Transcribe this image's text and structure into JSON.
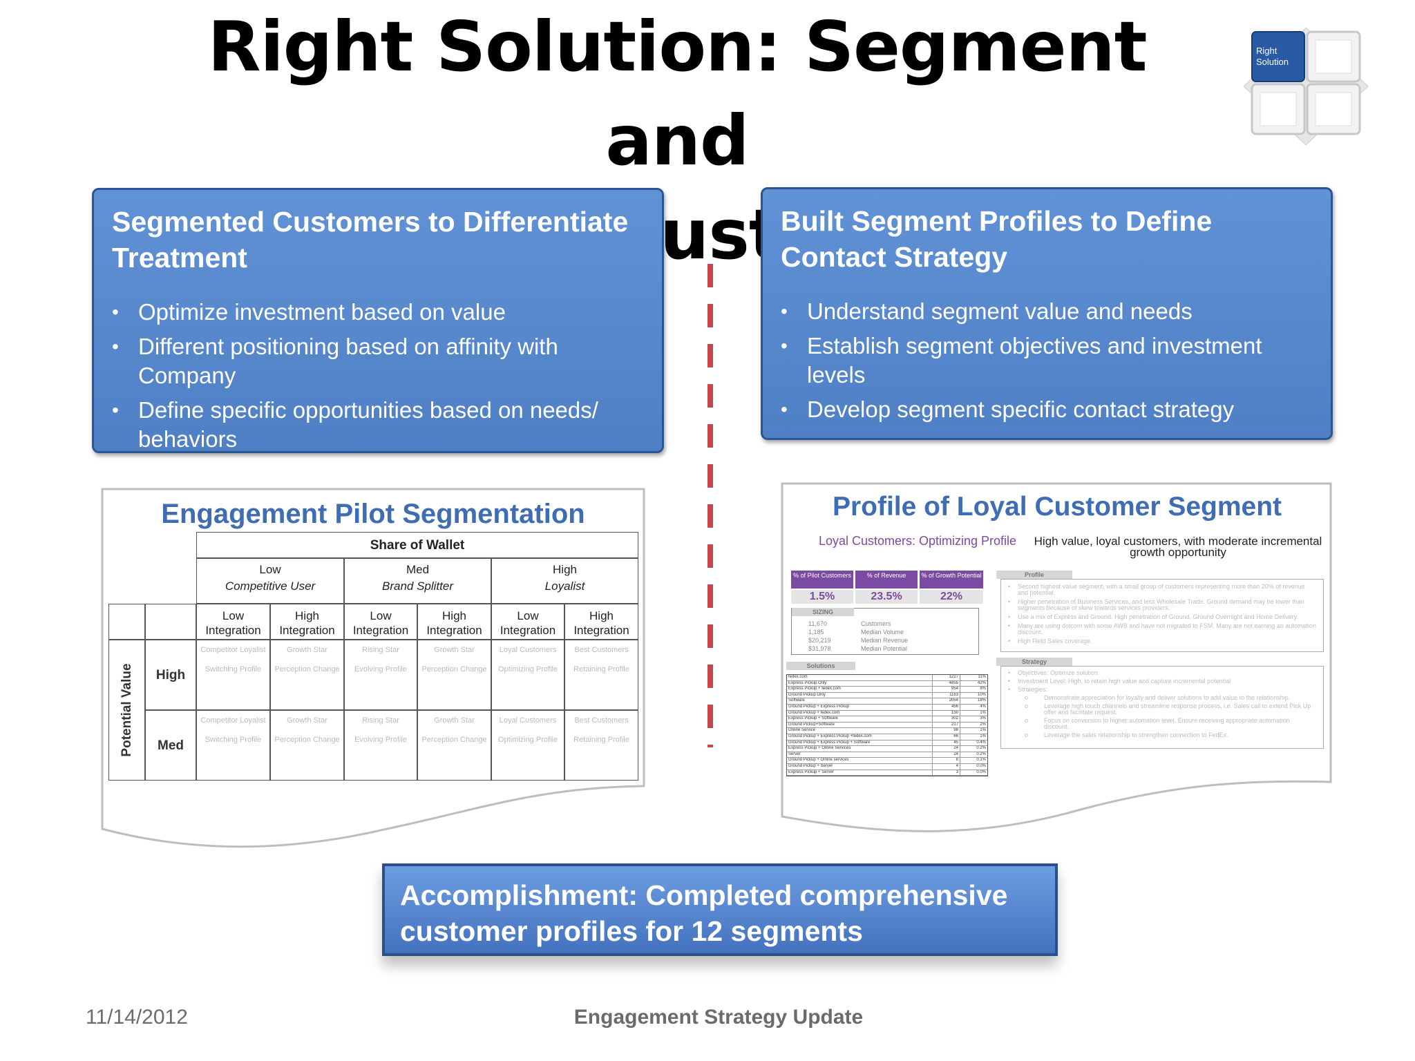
{
  "slide": {
    "title_line1": "Right Solution: Segment and",
    "title_line2": "Profile Customers",
    "logo": {
      "line1": "Right",
      "line2": "Solution",
      "icon": "quad-blocks-icon",
      "accent": "#2a5aa6"
    }
  },
  "left_box": {
    "heading": "Segmented Customers to Differentiate Treatment",
    "bullets": [
      "Optimize investment based on value",
      "Different positioning based on affinity with Company",
      "Define specific opportunities based on needs/ behaviors"
    ]
  },
  "right_box": {
    "heading": "Built Segment Profiles to Define Contact Strategy",
    "bullets": [
      "Understand segment value and needs",
      "Establish segment objectives and investment levels",
      "Develop segment specific contact strategy"
    ]
  },
  "segmentation": {
    "title": "Engagement Pilot Segmentation",
    "share_header": "Share of Wallet",
    "wallet_groups": [
      {
        "level": "Low",
        "name": "Competitive User"
      },
      {
        "level": "Med",
        "name": "Brand Splitter"
      },
      {
        "level": "High",
        "name": "Loyalist"
      }
    ],
    "integration": [
      "Low Integration",
      "High Integration",
      "Low Integration",
      "High Integration",
      "Low Integration",
      "High Integration"
    ],
    "potential_label": "Potential Value",
    "rows": [
      {
        "label": "High",
        "cells": [
          [
            "Competitor Loyalist",
            "Switching Profile"
          ],
          [
            "Growth Star",
            "Perception Change"
          ],
          [
            "Rising Star",
            "Evolving Profile"
          ],
          [
            "Growth Star",
            "Perception Change"
          ],
          [
            "Loyal Customers",
            "Optimizing Profile"
          ],
          [
            "Best Customers",
            "Retaining Profile"
          ]
        ]
      },
      {
        "label": "Med",
        "cells": [
          [
            "Competitor Loyalist",
            "Switching Profile"
          ],
          [
            "Growth Star",
            "Perception Change"
          ],
          [
            "Rising Star",
            "Evolving Profile"
          ],
          [
            "Growth Star",
            "Perception Change"
          ],
          [
            "Loyal Customers",
            "Optimizing Profile"
          ],
          [
            "Best Customers",
            "Retaining Profile"
          ]
        ]
      }
    ]
  },
  "profile": {
    "title": "Profile of Loyal Customer Segment",
    "subtitle_left": "Loyal Customers: Optimizing Profile",
    "subtitle_right": "High value, loyal customers, with moderate incremental growth opportunity",
    "metric_headers": [
      "% of Pilot Customers",
      "% of Revenue",
      "% of Growth Potential"
    ],
    "metric_values": [
      "1.5%",
      "23.5%",
      "22%"
    ],
    "sizing_label": "SIZING",
    "sizing": [
      {
        "value": "11,670",
        "label": "Customers"
      },
      {
        "value": "1,185",
        "label": "Median Volume"
      },
      {
        "value": "$20,219",
        "label": "Median Revenue"
      },
      {
        "value": "$31,978",
        "label": "Median Potential"
      }
    ],
    "solutions_label": "Solutions",
    "solutions": [
      [
        "fedex.com",
        "1227",
        "11%"
      ],
      [
        "Express Pickup Only",
        "4855",
        "42%"
      ],
      [
        "Express Pickup + fedex.com",
        "954",
        "8%"
      ],
      [
        "Ground Pickup Only",
        "1163",
        "10%"
      ],
      [
        "Software",
        "2054",
        "18%"
      ],
      [
        "Ground Pickup + Express Pickup",
        "456",
        "4%"
      ],
      [
        "Ground Pickup + fedex.com",
        "150",
        "1%"
      ],
      [
        "Express Pickup + Software",
        "302",
        "3%"
      ],
      [
        "Ground Pickup+Software",
        "217",
        "2%"
      ],
      [
        "Online Service",
        "98",
        "1%"
      ],
      [
        "Ground Pickup + Express Pickup +fedex.com",
        "66",
        "1%"
      ],
      [
        "Ground Pickup + Express Pickup + Software",
        "45",
        "0.4%"
      ],
      [
        "Express Pickup + Online Services",
        "24",
        "0.2%"
      ],
      [
        "Server",
        "24",
        "0.2%"
      ],
      [
        "Ground Pickup + Online services",
        "8",
        "0.1%"
      ],
      [
        "Ground Pickup + Server",
        "4",
        "0.0%"
      ],
      [
        "Express Pickup + Server",
        "3",
        "0.0%"
      ]
    ],
    "profile_label": "Profile",
    "profile_bullets": [
      "Second highest value segment, with a small group of customers representing more than 20% of revenue and potential.",
      "Higher penetration of Business Services, and less Wholesale Trade. Ground demand may be lower than segments because of skew towards services providers.",
      "Use a mix of Express and Ground. High penetration of Ground, Ground Overnight and Home Delivery.",
      "Many are using dotcom with some AWB and have not migrated to FSM. Many are not earning an automation discount.",
      "High Field Sales coverage."
    ],
    "strategy_label": "Strategy",
    "strategy_bullets": [
      "Objectives: Optimize solution",
      "Investment Level: High, to retain high value and capture incremental potential",
      "Strategies:"
    ],
    "strategy_sub": [
      "Demonstrate appreciation for loyalty and deliver solutions to add value to the relationship.",
      "Leverage high touch channels and streamline response process, i.e. Sales call to extend Pick Up offer and facilitate request.",
      "Focus on conversion to higher automation level. Ensure receiving appropriate automation discount.",
      "Leverage the sales relationship to strengthen connection to FedEx."
    ],
    "metric_color": "#7b4aa3"
  },
  "accomplishment": {
    "line1": "Accomplishment: Completed comprehensive",
    "line2": "customer profiles for 12 segments"
  },
  "footer": {
    "date": "11/14/2012",
    "title": "Engagement Strategy Update"
  }
}
